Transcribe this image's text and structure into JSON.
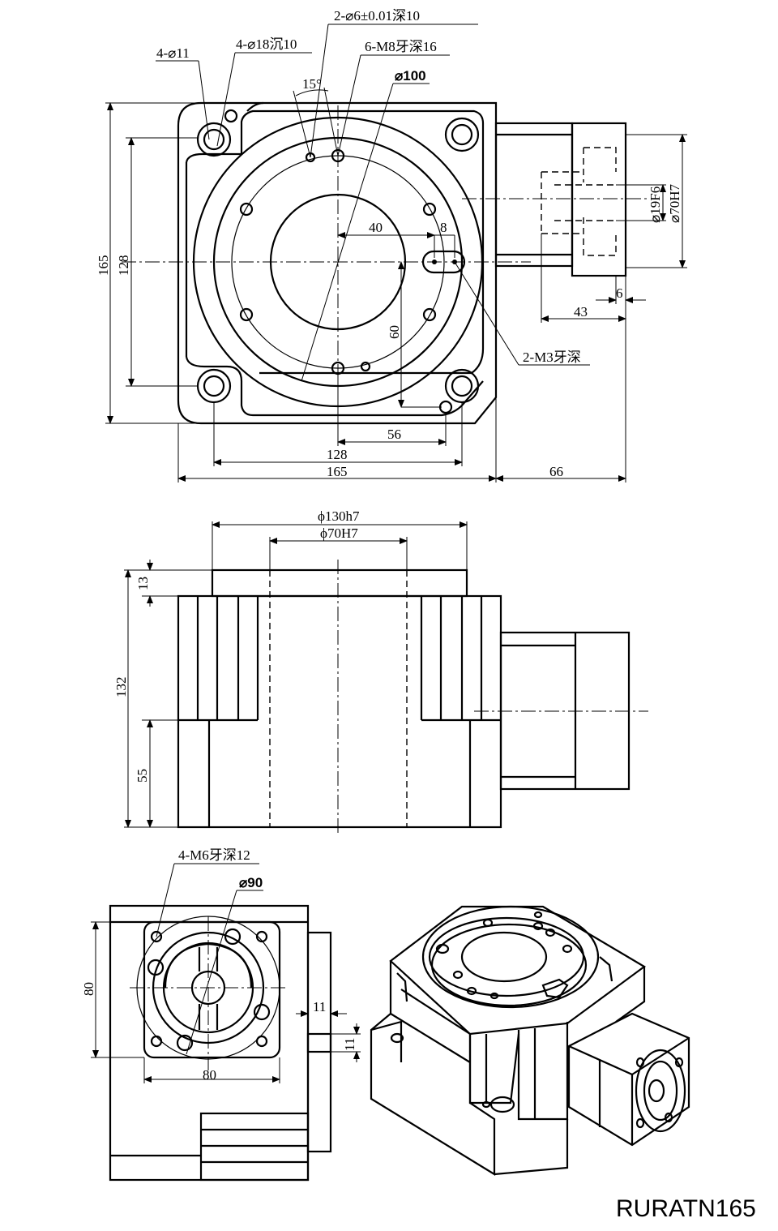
{
  "top_view": {
    "labels": {
      "pin_holes": "2-⌀6±0.01深10",
      "counterbore": "4-⌀18沉10",
      "through_holes": "4-⌀11",
      "tapped_holes": "6-M8牙深16",
      "pcd": "⌀100",
      "angle": "15°",
      "m3": "2-M3牙深",
      "shaft_dia": "⌀19F6",
      "flange_dia": "⌀70H7"
    },
    "dims": {
      "height_outer": "165",
      "height_inner": "128",
      "width_inner": "128",
      "width_outer": "165",
      "offset_56": "56",
      "offset_60": "60",
      "offset_40": "40",
      "offset_8": "8",
      "motor_66": "66",
      "motor_43": "43",
      "motor_6": "6"
    }
  },
  "front_view": {
    "dims": {
      "dia_130": "ϕ130h7",
      "dia_70": "ϕ70H7",
      "h_13": "13",
      "h_132": "132",
      "h_55": "55"
    }
  },
  "side_view": {
    "labels": {
      "m6": "4-M6牙深12",
      "pcd": "⌀90"
    },
    "dims": {
      "h_80": "80",
      "w_80": "80",
      "d_11a": "11",
      "d_11b": "11"
    }
  },
  "model_name": "RURATN165"
}
